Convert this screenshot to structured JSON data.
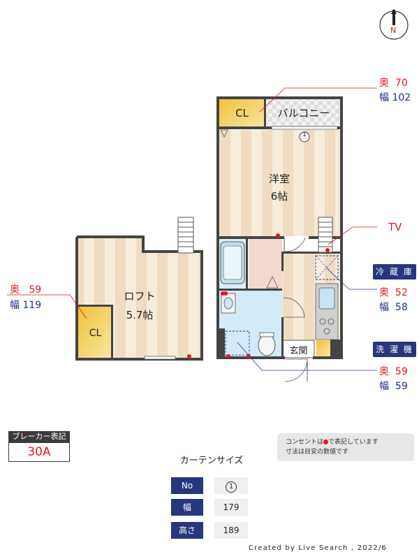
{
  "compass": {
    "label": "N"
  },
  "rooms": {
    "balcony": "バルコニー",
    "closet_top": "CL",
    "bedroom_name": "洋室",
    "bedroom_size": "6帖",
    "loft_name": "ロフト",
    "loft_size": "5.7帖",
    "closet_loft": "CL",
    "entrance": "玄関",
    "window_marker": "1"
  },
  "dimensions": {
    "closet_top": {
      "depth_label": "奥",
      "depth": "70",
      "width_label": "幅",
      "width": "102"
    },
    "tv": {
      "label": "TV"
    },
    "fridge": {
      "title": "冷 蔵 庫",
      "depth_label": "奥",
      "depth": "52",
      "width_label": "幅",
      "width": "58"
    },
    "washer": {
      "title": "洗 濯 機",
      "depth_label": "奥",
      "depth": "59",
      "width_label": "幅",
      "width": "59"
    },
    "closet_loft": {
      "depth_label": "奥",
      "depth": "59",
      "width_label": "幅",
      "width": "119"
    }
  },
  "breaker": {
    "title": "ブレーカー表記",
    "value": "30A"
  },
  "note": {
    "line1_before": "コンセントは",
    "line1_after": "で表記しています",
    "line2": "寸法は目安の数値です"
  },
  "curtain": {
    "title": "カーテンサイズ",
    "rows": [
      {
        "head": "No",
        "value": "1"
      },
      {
        "head": "幅",
        "value": "179"
      },
      {
        "head": "高さ",
        "value": "189"
      }
    ]
  },
  "credit": "Created by Live Search , 2022/6",
  "colors": {
    "outlet": "#e5161b",
    "navy": "#27367d",
    "closet": "#f5cf58",
    "wood_light": "#f5ebd9",
    "wood_dark": "#efdcc2"
  }
}
